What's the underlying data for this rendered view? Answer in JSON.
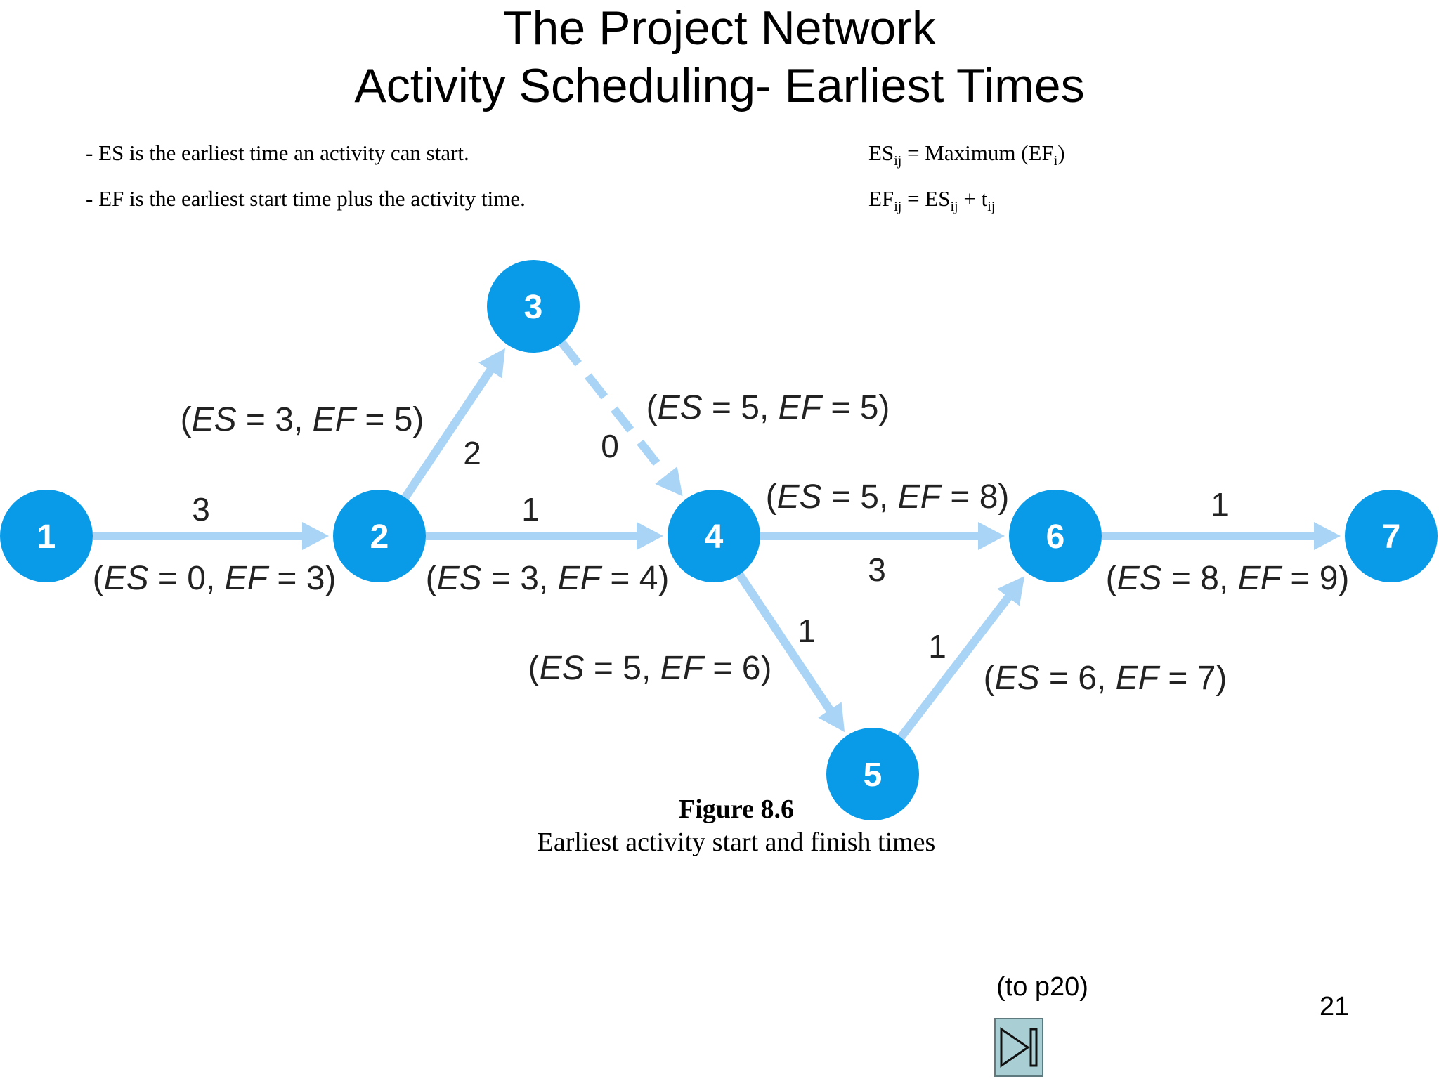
{
  "title_line1": "The Project Network",
  "title_line2": "Activity Scheduling- Earliest Times",
  "definitions": [
    "- ES is the earliest time an activity can start.",
    "- EF is the earliest start time plus the activity time."
  ],
  "formulas": {
    "es": {
      "lhs": "ES",
      "lhs_sub": "ij",
      "mid": " = Maximum (EF",
      "mid_sub": "i",
      "end": ")"
    },
    "ef": {
      "lhs": "EF",
      "lhs_sub": "ij",
      "mid": " = ES",
      "mid_sub": "ij",
      "plus": " + t",
      "plus_sub": "ij"
    }
  },
  "network": {
    "colors": {
      "node": "#0a9be8",
      "arrow": "#a9d4f5",
      "node_text": "#ffffff",
      "label_text": "#222222"
    },
    "nodes": [
      "1",
      "2",
      "3",
      "4",
      "5",
      "6",
      "7"
    ],
    "activities": [
      {
        "from": "1",
        "to": "2",
        "duration": "3",
        "es": "0",
        "ef": "3",
        "dashed": false
      },
      {
        "from": "2",
        "to": "3",
        "duration": "2",
        "es": "3",
        "ef": "5",
        "dashed": false
      },
      {
        "from": "2",
        "to": "4",
        "duration": "1",
        "es": "3",
        "ef": "4",
        "dashed": false
      },
      {
        "from": "3",
        "to": "4",
        "duration": "0",
        "es": "5",
        "ef": "5",
        "dashed": true
      },
      {
        "from": "4",
        "to": "6",
        "duration": "3",
        "es": "5",
        "ef": "8",
        "dashed": false
      },
      {
        "from": "4",
        "to": "5",
        "duration": "1",
        "es": "5",
        "ef": "6",
        "dashed": false
      },
      {
        "from": "5",
        "to": "6",
        "duration": "1",
        "es": "6",
        "ef": "7",
        "dashed": false
      },
      {
        "from": "6",
        "to": "7",
        "duration": "1",
        "es": "8",
        "ef": "9",
        "dashed": false
      }
    ]
  },
  "caption": {
    "figure": "Figure 8.6",
    "description": "Earliest activity start and finish times"
  },
  "nav_text": "(to p20)",
  "page_number": "21",
  "next_button_icon": "play-next-icon"
}
